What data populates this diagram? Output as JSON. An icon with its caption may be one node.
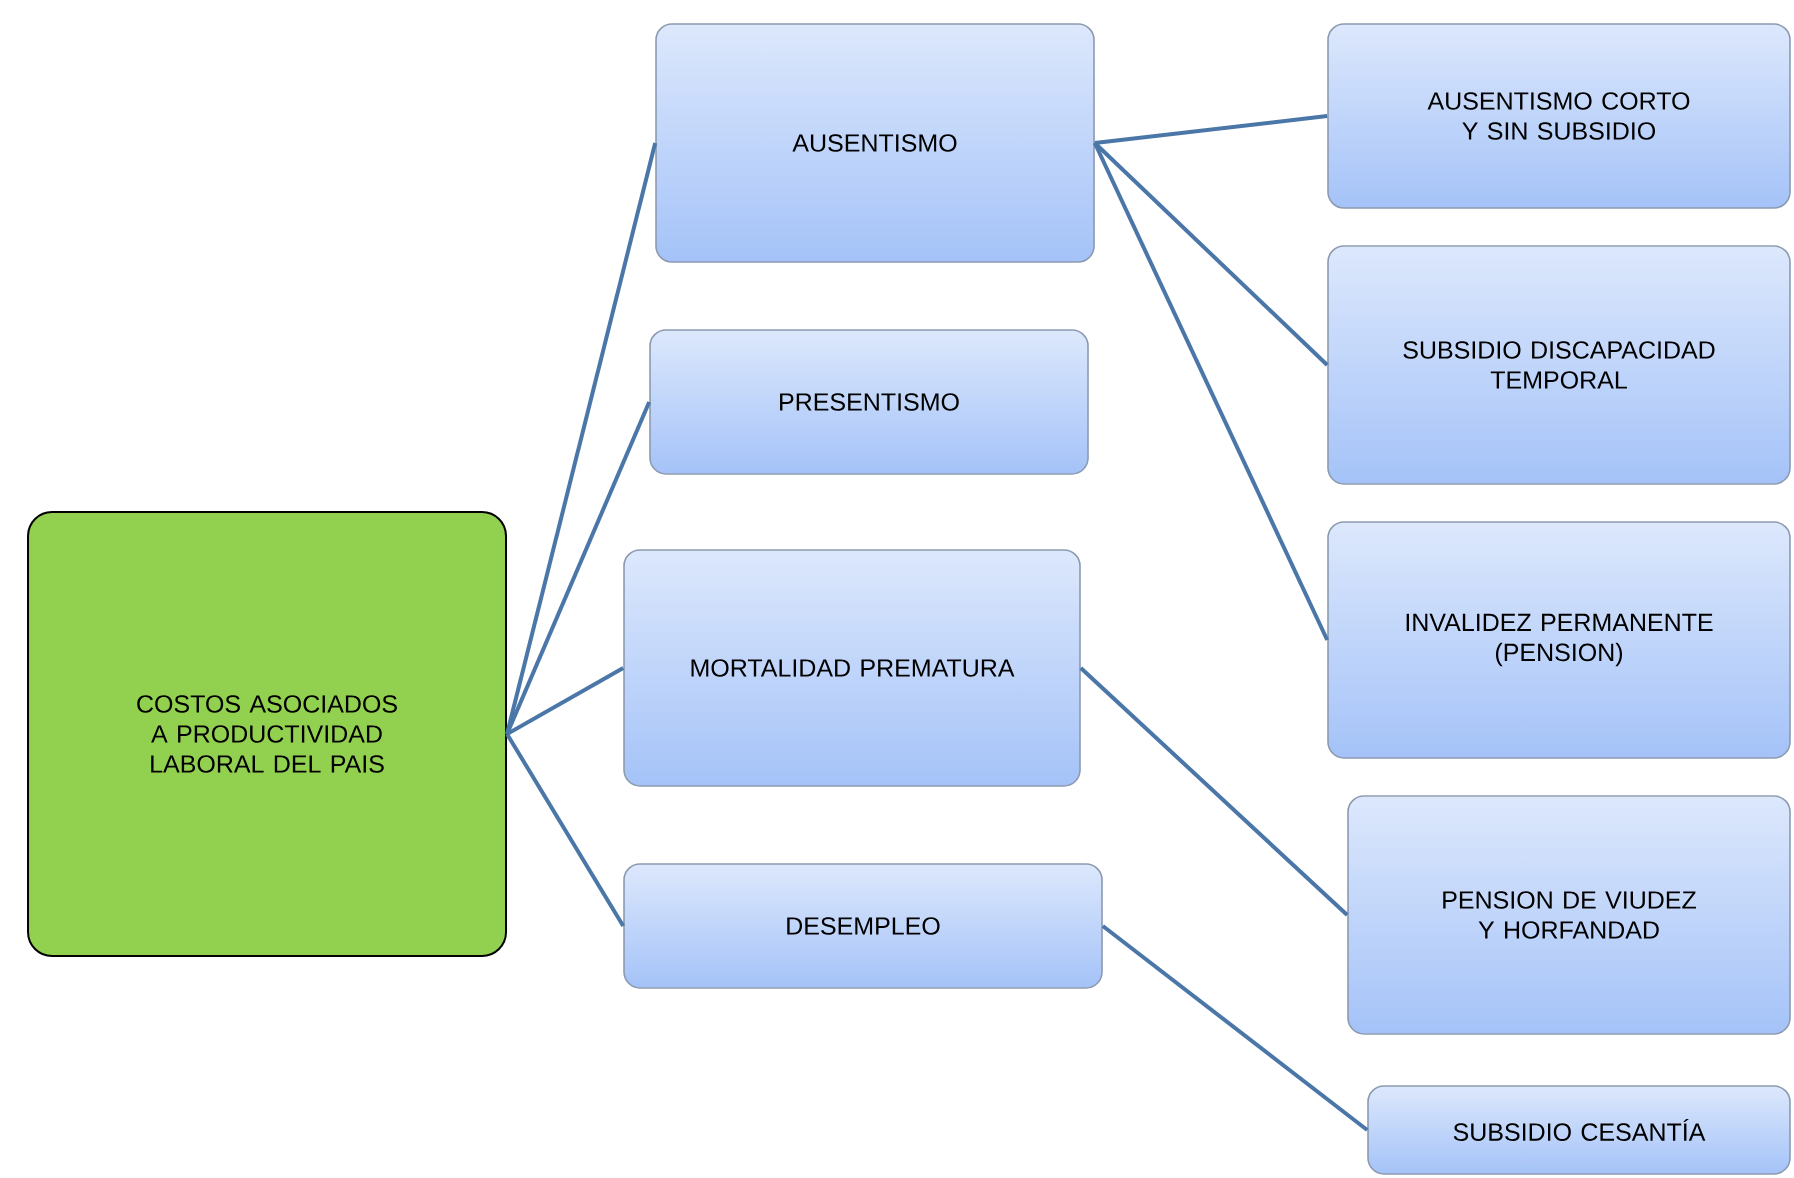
{
  "diagram": {
    "nodes": [
      {
        "text": [
          "COSTOS ASOCIADOS A PRODUCTIVIDAD LABORAL DEL PAIS"
        ]
      },
      {
        "text": [
          "AUSENTISMO"
        ]
      },
      {
        "text": [
          "PRESENTISMO"
        ]
      },
      {
        "text": [
          "MORTALIDAD PREMATURA"
        ]
      },
      {
        "text": [
          "DESEMPLEO"
        ]
      },
      {
        "text": [
          "AUSENTISMO CORTO Y SIN SUBSIDIO"
        ]
      },
      {
        "text": [
          "SUBSIDIO DISCAPACIDAD TEMPORAL"
        ]
      },
      {
        "text": [
          "INVALIDEZ PERMANENTE (PENSION)"
        ]
      },
      {
        "text": [
          "PENSION DE VIUDEZ Y HORFANDAD"
        ]
      },
      {
        "text": [
          "SUBSIDIO CESANTÍA"
        ]
      }
    ],
    "edges": [
      {
        "from": 0,
        "to": 1,
        "arrow": "none"
      },
      {
        "from": 0,
        "to": 2,
        "arrow": "none"
      },
      {
        "from": 0,
        "to": 3,
        "arrow": "none"
      },
      {
        "from": 0,
        "to": 4,
        "arrow": "none"
      },
      {
        "from": 1,
        "to": 5,
        "arrow": "none"
      },
      {
        "from": 1,
        "to": 6,
        "arrow": "none"
      },
      {
        "from": 1,
        "to": 7,
        "arrow": "none"
      },
      {
        "from": 3,
        "to": 8,
        "arrow": "none"
      },
      {
        "from": 4,
        "to": 9,
        "arrow": "none"
      }
    ]
  }
}
